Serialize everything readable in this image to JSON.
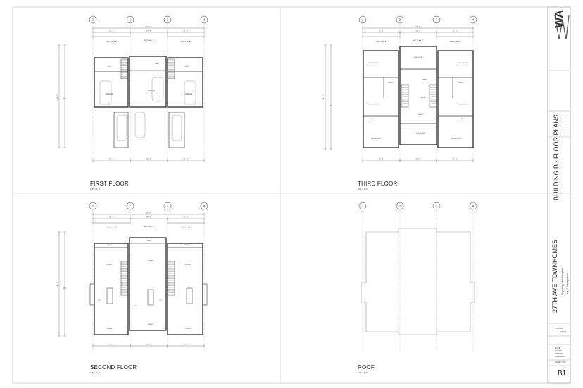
{
  "drawings": [
    {
      "id": "first",
      "title": "FIRST FLOOR",
      "scale": "1/8\" = 1'-0\""
    },
    {
      "id": "third",
      "title": "THIRD FLOOR",
      "scale": "1/8\" = 1'-0\""
    },
    {
      "id": "second",
      "title": "SECOND FLOOR",
      "scale": "1/8\" = 1'-0\""
    },
    {
      "id": "roof",
      "title": "ROOF",
      "scale": "1/8\" = 1'-0\""
    }
  ],
  "gridlines": [
    "1",
    "2",
    "3",
    "4"
  ],
  "dimensions": {
    "overall": "84' - 0\"",
    "unit_a": "20' - 0\"",
    "unit_b": "24' - 0\"",
    "unit_label_a": "UNIT PLAN \"A\"",
    "unit_label_b": "UNIT PLAN \"B\"",
    "depth": "48' - 0\""
  },
  "rooms": {
    "den": "DEN",
    "garage": "GARAGE",
    "bedroom_1": "BEDROOM 1",
    "bedroom_2": "BEDROOM 2",
    "bedroom_3": "BEDROOM 3",
    "bath_1": "BATH 1",
    "bath_2": "BATH 2",
    "loft": "LOFT",
    "deck": "DECK",
    "living": "LIVING",
    "kitchen": "KIT",
    "dining": "DINING"
  },
  "title_block": {
    "project_name": "27TH AVE TOWNHOMES",
    "location": "Puyallup, Washington",
    "owner": "Lloyd Enterprises",
    "sheet_title": "BUILDING B - FLOOR PLANS",
    "sheet_number": "B1",
    "firm_mark": "WA",
    "job_no_label": "JOB NO.",
    "job_no": "20071",
    "date_label": "DATE",
    "drawn_label": "DRAWN",
    "checked_label": "CHECKED",
    "scale_label": "SCALE",
    "sheet_no_label": "SHEET NO."
  },
  "colors": {
    "line": "#2b2b2b",
    "wall": "#3a3a3a",
    "light": "#9a9a9a",
    "sheet_border": "#bdbdbd"
  }
}
